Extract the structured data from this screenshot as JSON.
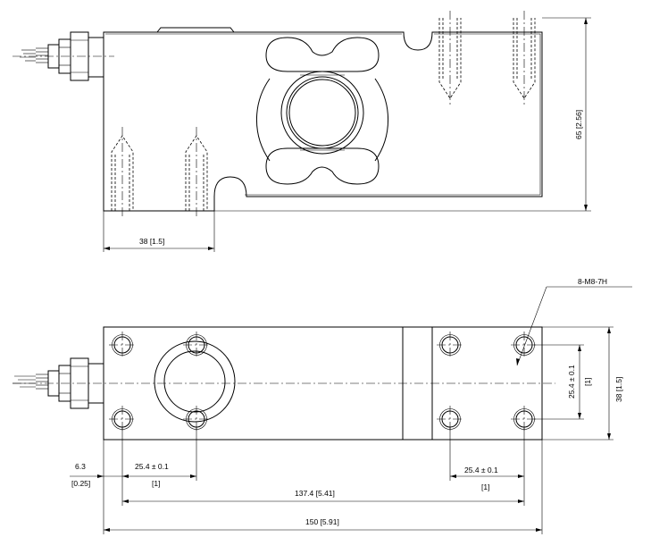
{
  "top_view": {
    "dim_width": "38 [1.5]",
    "dim_height": "65 [2.56]"
  },
  "bottom_view": {
    "thread_callout": "8-M8-7H",
    "dim_pitch_vertical": "25.4 ± 0.1",
    "dim_pitch_vertical_in": "[1]",
    "dim_width": "38 [1.5]",
    "dim_offset": "6.3",
    "dim_offset_in": "[0.25]",
    "dim_pitch_left": "25.4 ± 0.1",
    "dim_pitch_left_in": "[1]",
    "dim_pitch_right": "25.4 ± 0.1",
    "dim_pitch_right_in": "[1]",
    "dim_hole_span": "137.4 [5.41]",
    "dim_overall_length": "150 [5.91]"
  }
}
